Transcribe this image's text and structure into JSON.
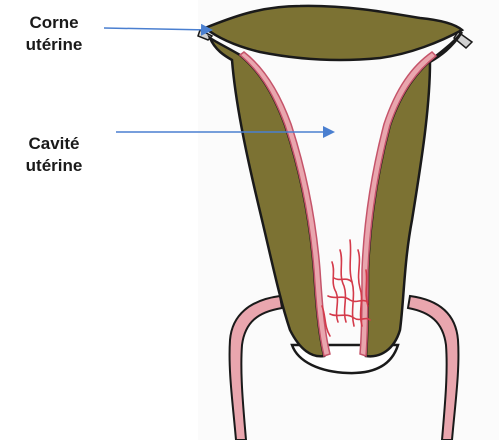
{
  "labels": {
    "corne_line1": "Corne",
    "corne_line2": "utérine",
    "cavite_line1": "Cavité",
    "cavite_line2": "utérine"
  },
  "colors": {
    "muscle": "#7c7233",
    "endometrium": "#e9a6ae",
    "endometrium_edge": "#c5546a",
    "arrow": "#4a7fd0",
    "outline": "#1a1a1a",
    "cavity": "#ffffff"
  }
}
